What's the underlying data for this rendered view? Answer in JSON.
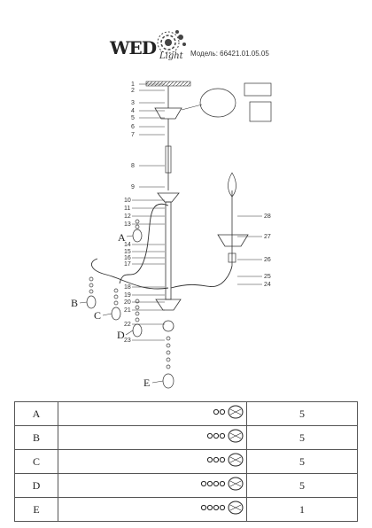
{
  "brand": {
    "name_main": "WED",
    "name_sub": "Light"
  },
  "model_text": "Модель: 66421.01.05.05",
  "callouts": [
    "1",
    "2",
    "3",
    "4",
    "5",
    "6",
    "7",
    "8",
    "9",
    "10",
    "11",
    "12",
    "13",
    "14",
    "15",
    "16",
    "17",
    "18",
    "19",
    "20",
    "21",
    "22",
    "23",
    "24",
    "25",
    "26",
    "27",
    "28"
  ],
  "pendant_labels": [
    "A",
    "B",
    "C",
    "D",
    "E"
  ],
  "parts_table": [
    {
      "label": "A",
      "qty": "5",
      "beads": 2
    },
    {
      "label": "B",
      "qty": "5",
      "beads": 3
    },
    {
      "label": "C",
      "qty": "5",
      "beads": 3
    },
    {
      "label": "D",
      "qty": "5",
      "beads": 4
    },
    {
      "label": "E",
      "qty": "1",
      "beads": 4
    }
  ]
}
